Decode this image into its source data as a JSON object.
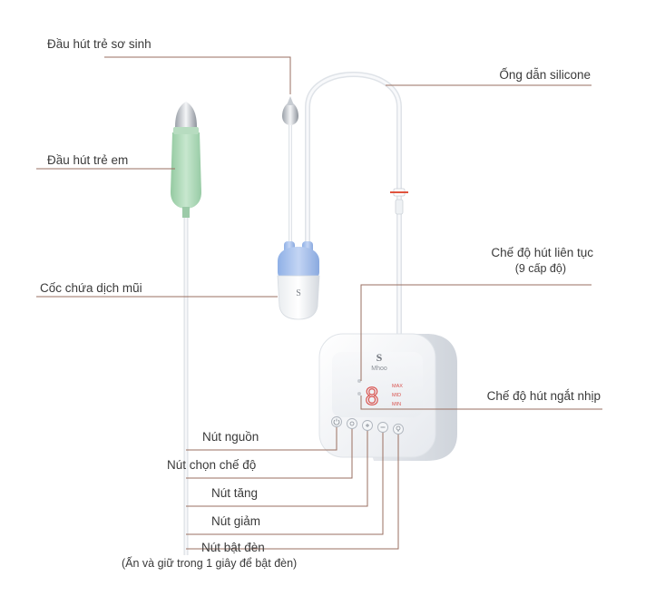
{
  "labels": {
    "newborn_tip": "Đầu hút trẻ sơ sinh",
    "child_tip": "Đầu hút trẻ em",
    "mucus_cup": "Cốc chứa dịch mũi",
    "silicone_tube": "Ống dẫn silicone",
    "continuous_mode": "Chế độ hút liên tục",
    "continuous_mode_sub": "(9 cấp độ)",
    "pulse_mode": "Chế độ hút ngắt nhịp",
    "power_button": "Nút nguồn",
    "mode_button": "Nút chọn chế độ",
    "increase_button": "Nút tăng",
    "decrease_button": "Nút giảm",
    "light_button": "Nút bật đèn",
    "light_button_sub": "(Ấn và giữ trong 1 giây để bật đèn)"
  },
  "device": {
    "display_digit": "8",
    "brand": "Mhoo",
    "indicators": [
      "MAX",
      "MID",
      "MIN"
    ]
  },
  "colors": {
    "leader": "#9a6f60",
    "child_tip_green": "#a9d6b4",
    "cup_cap_blue": "#a9c2ec",
    "tube_marker": "#e0543e",
    "display_red": "#d9534f"
  }
}
